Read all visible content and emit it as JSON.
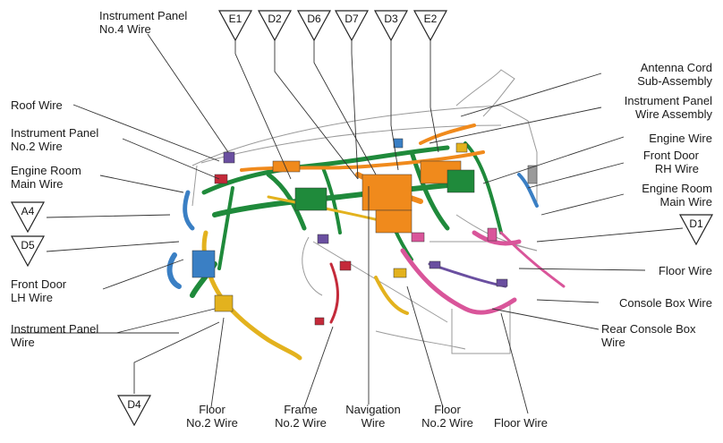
{
  "labels": {
    "ip4": "Instrument Panel\nNo.4 Wire",
    "roof": "Roof Wire",
    "ip2": "Instrument Panel\nNo.2 Wire",
    "erm": "Engine Room\nMain Wire",
    "fdl": "Front Door\nLH Wire",
    "ipw": "Instrument Panel\nWire",
    "fl2a": "Floor\nNo.2 Wire",
    "fr2": "Frame\nNo.2 Wire",
    "nav": "Navigation\nWire",
    "fl2b": "Floor\nNo.2 Wire",
    "floor1": "Floor Wire",
    "antenna": "Antenna Cord\nSub-Assembly",
    "ipa": "Instrument Panel\nWire Assembly",
    "engine": "Engine Wire",
    "fdr": "Front Door\nRH Wire",
    "erm2": "Engine Room\nMain Wire",
    "floor2": "Floor Wire",
    "console": "Console Box Wire",
    "rear": "Rear Console Box\nWire"
  },
  "connectors": {
    "e1": "E1",
    "d2": "D2",
    "d6": "D6",
    "d7": "D7",
    "d3": "D3",
    "e2": "E2",
    "a4": "A4",
    "d5": "D5",
    "d1": "D1",
    "d4": "D4"
  },
  "colors": {
    "green": "#1f8a3b",
    "orange": "#f08a1c",
    "blue": "#3a7fc4",
    "pink": "#d9559a",
    "yellow": "#e3b21e",
    "purple": "#6a4fa0",
    "red": "#c42a3a",
    "outline": "#8a8a8a"
  }
}
